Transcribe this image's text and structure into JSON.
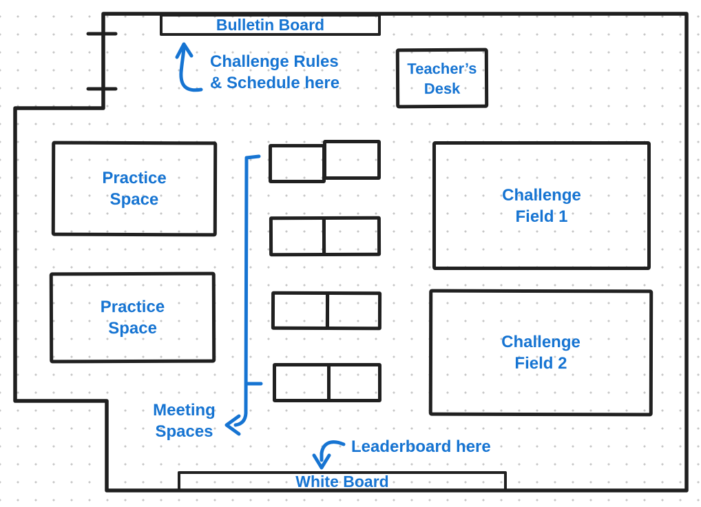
{
  "colors": {
    "annotation_blue": "#1674d2",
    "wall_black": "#1f1f1f",
    "grid_dot_gray": "#c6c6c6",
    "background": "#ffffff"
  },
  "boards": {
    "bulletin": {
      "label": "Bulletin Board"
    },
    "white": {
      "label": "White Board"
    }
  },
  "rooms": {
    "teachers_desk": {
      "line1": "Teacher’s",
      "line2": "Desk"
    },
    "practice_space_1": {
      "line1": "Practice",
      "line2": "Space"
    },
    "practice_space_2": {
      "line1": "Practice",
      "line2": "Space"
    },
    "challenge_field_1": {
      "line1": "Challenge",
      "line2": "Field 1"
    },
    "challenge_field_2": {
      "line1": "Challenge",
      "line2": "Field 2"
    }
  },
  "annotations": {
    "rules": {
      "line1": "Challenge Rules",
      "line2": "& Schedule here"
    },
    "meeting_spaces": {
      "line1": "Meeting",
      "line2": "Spaces"
    },
    "leaderboard": {
      "label": "Leaderboard here"
    }
  }
}
